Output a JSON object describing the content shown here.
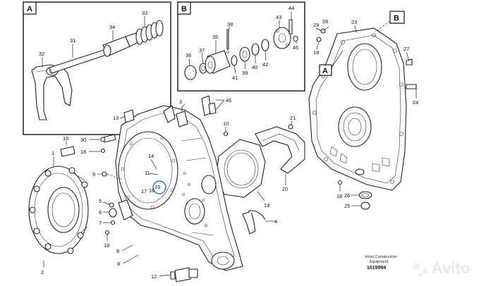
{
  "detail_boxes": [
    {
      "letter": "A"
    },
    {
      "letter": "B"
    }
  ],
  "callouts": {
    "A_main": "A",
    "B_main": "B"
  },
  "part_numbers": {
    "p1": "1",
    "p2": "2",
    "p3": "3",
    "p4": "4",
    "p5": "5",
    "p6": "6",
    "p7": "7",
    "p8": "8",
    "p9": "9",
    "p10": "10",
    "p11": "11",
    "p12": "12",
    "p13": "13",
    "p14": "14",
    "p15": "15",
    "p16": "16",
    "p17": "17",
    "p18a": "18",
    "p18b": "18",
    "p18c": "18",
    "p18d": "18",
    "p19": "19",
    "p20": "20",
    "p21": "21",
    "p23": "23",
    "p24": "24",
    "p25": "25",
    "p26": "26",
    "p27": "27",
    "p28": "28",
    "p29": "29",
    "p30": "30",
    "p31": "31",
    "p32": "32",
    "p33": "33",
    "p34": "34",
    "p35": "35",
    "p36": "36",
    "p37": "37",
    "p38": "38",
    "p39": "39",
    "p40": "40",
    "p41": "41",
    "p42": "42",
    "p43": "43",
    "p44": "44",
    "p45": "45",
    "p46": "46"
  },
  "caption": {
    "line1": "Volvo Construction",
    "line2": "Equipment",
    "number": "1019994"
  },
  "watermark": "Avito"
}
